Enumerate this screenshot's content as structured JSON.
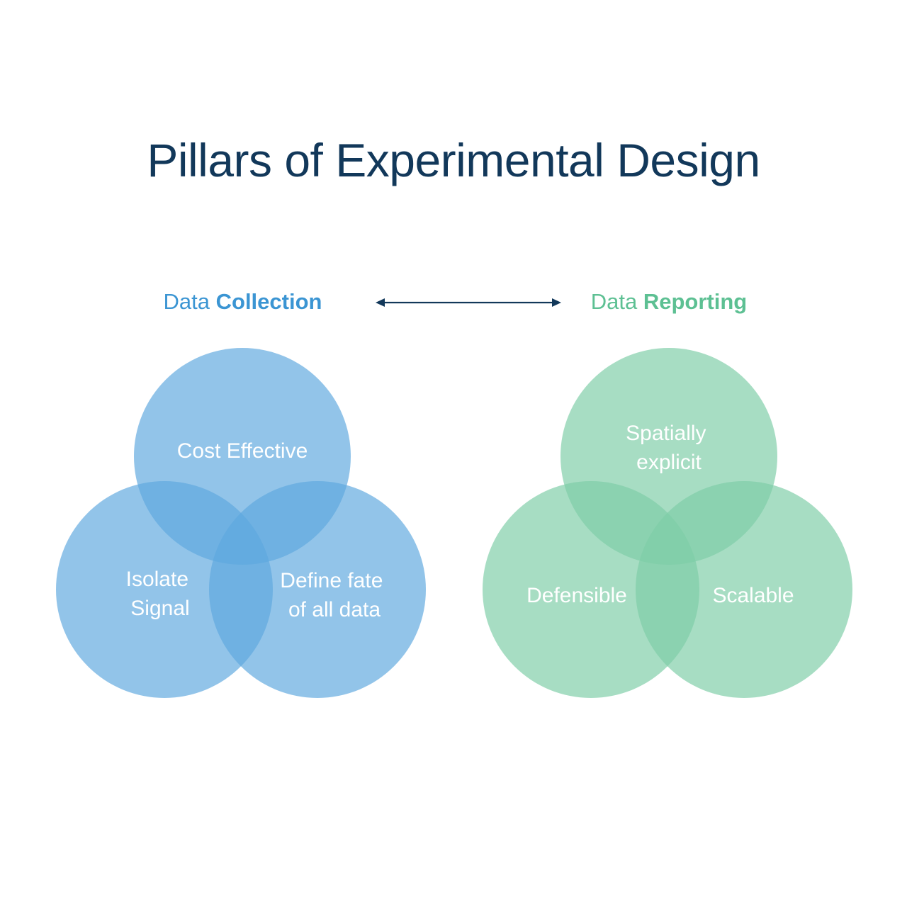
{
  "title": "Pillars of Experimental Design",
  "colors": {
    "title": "#12385a",
    "arrow": "#12385a",
    "collection_accent": "#3b95d3",
    "collection_fill": "#5fa8de",
    "reporting_accent": "#5dc093",
    "reporting_fill": "#7ecda7"
  },
  "connector": {
    "icon": "double-headed-arrow-icon"
  },
  "collection": {
    "heading_prefix": "Data",
    "heading_emphasis": "Collection",
    "circles": [
      {
        "name": "cost-effective",
        "lines": [
          "Cost Effective"
        ]
      },
      {
        "name": "isolate-signal",
        "lines": [
          "Isolate",
          "Signal"
        ]
      },
      {
        "name": "define-fate",
        "lines": [
          "Define fate",
          "of all data"
        ]
      }
    ]
  },
  "reporting": {
    "heading_prefix": "Data",
    "heading_emphasis": "Reporting",
    "circles": [
      {
        "name": "spatially-explicit",
        "lines": [
          "Spatially",
          "explicit"
        ]
      },
      {
        "name": "defensible",
        "lines": [
          "Defensible"
        ]
      },
      {
        "name": "scalable",
        "lines": [
          "Scalable"
        ]
      }
    ]
  }
}
